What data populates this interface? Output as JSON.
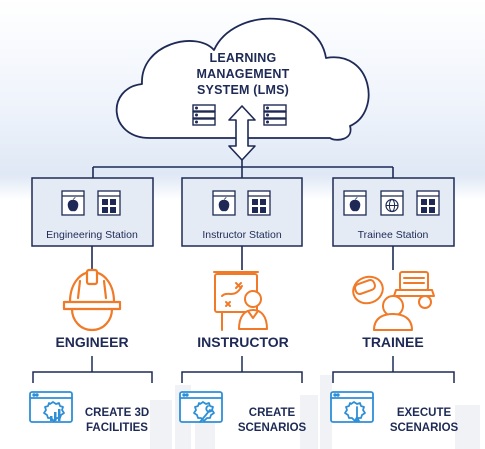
{
  "cloud": {
    "line1": "LEARNING",
    "line2": "MANAGEMENT",
    "line3": "SYSTEM (LMS)"
  },
  "stations": [
    {
      "label": "Engineering Station"
    },
    {
      "label": "Instructor Station"
    },
    {
      "label": "Trainee Station"
    }
  ],
  "roles": [
    {
      "label": "ENGINEER"
    },
    {
      "label": "INSTRUCTOR"
    },
    {
      "label": "TRAINEE"
    }
  ],
  "activities": [
    {
      "line1": "CREATE 3D",
      "line2": "FACILITIES"
    },
    {
      "line1": "CREATE",
      "line2": "SCENARIOS"
    },
    {
      "line1": "EXECUTE",
      "line2": "SCENARIOS"
    }
  ],
  "colors": {
    "navy": "#1e2a55",
    "orange": "#f07a28",
    "blue": "#2e8fd6",
    "station_fill": "#e4ebf5"
  }
}
